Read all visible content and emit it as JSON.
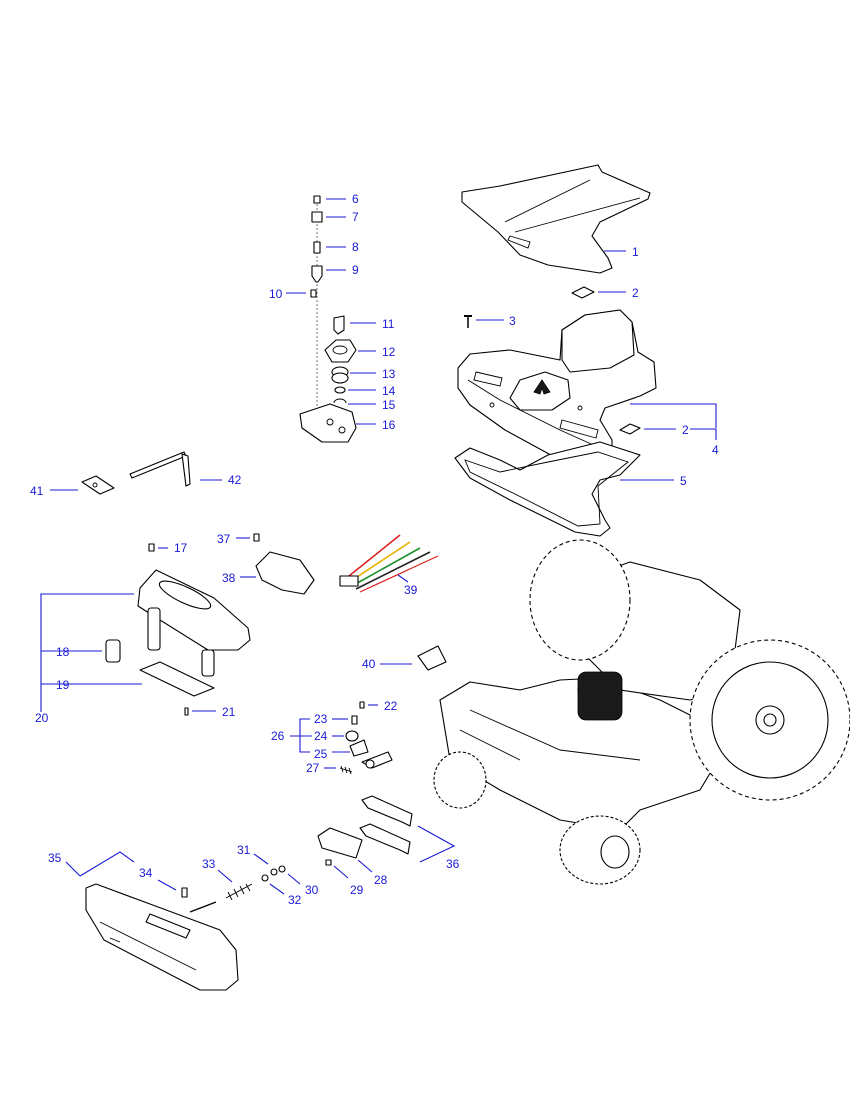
{
  "diagram": {
    "accent_color": "#1a1ad6",
    "line_color": "#000000",
    "callouts": {
      "c1": "1",
      "c2a": "2",
      "c2b": "2",
      "c3": "3",
      "c4": "4",
      "c5": "5",
      "c6": "6",
      "c7": "7",
      "c8": "8",
      "c9": "9",
      "c10": "10",
      "c11": "11",
      "c12": "12",
      "c13": "13",
      "c14": "14",
      "c15": "15",
      "c16": "16",
      "c17": "17",
      "c18": "18",
      "c19": "19",
      "c20": "20",
      "c21": "21",
      "c22": "22",
      "c23": "23",
      "c24": "24",
      "c25": "25",
      "c26": "26",
      "c27": "27",
      "c28": "28",
      "c29": "29",
      "c30": "30",
      "c31": "31",
      "c32": "32",
      "c33": "33",
      "c34": "34",
      "c35": "35",
      "c36": "36",
      "c37": "37",
      "c38": "38",
      "c39": "39",
      "c40": "40",
      "c41": "41",
      "c42": "42"
    }
  }
}
